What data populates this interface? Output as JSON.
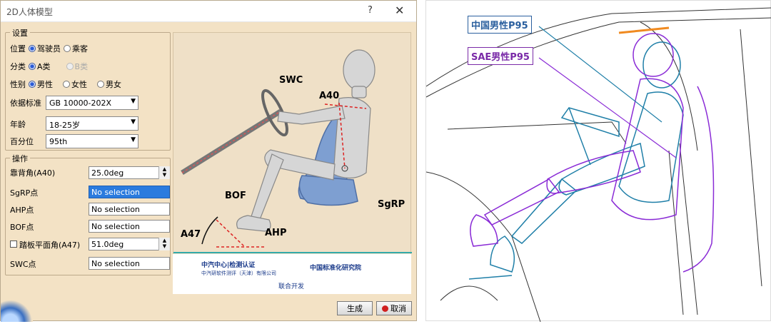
{
  "dialog": {
    "title": "2D人体模型",
    "help": "?",
    "close": "✕",
    "settings": {
      "group_title": "设置",
      "position_label": "位置",
      "position_options": [
        "驾驶员",
        "乘客"
      ],
      "class_label": "分类",
      "class_options": [
        "A类",
        "B类"
      ],
      "gender_label": "性别",
      "gender_options": [
        "男性",
        "女性",
        "男女"
      ],
      "standard_label": "依据标准",
      "standard_value": "GB 10000-202X",
      "age_label": "年龄",
      "age_value": "18-25岁",
      "percentile_label": "百分位",
      "percentile_value": "95th"
    },
    "operations": {
      "group_title": "操作",
      "a40_label": "靠背角(A40)",
      "a40_value": "25.0deg",
      "sgrp_label": "SgRP点",
      "sgrp_value": "No selection",
      "ahp_label": "AHP点",
      "ahp_value": "No selection",
      "bof_label": "BOF点",
      "bof_value": "No selection",
      "a47_label": "踏板平面角(A47)",
      "a47_value": "51.0deg",
      "swc_label": "SWC点",
      "swc_value": "No selection"
    },
    "diagram": {
      "swc": "SWC",
      "a40": "A40",
      "bof": "BOF",
      "a47": "A47",
      "ahp": "AHP",
      "sgrp": "SgRP"
    },
    "logos": {
      "caac_main": "中汽中心|检测认证",
      "caac_sub": "中汽研软件测评（天津）有限公司",
      "cnis": "中国标准化研究院",
      "joint": "联合开发"
    },
    "buttons": {
      "ok": "生成",
      "cancel": "取消"
    }
  },
  "drawing": {
    "label_cn": "中国男性P95",
    "label_sae": "SAE男性P95"
  },
  "colors": {
    "cn_line": "#1f7fa8",
    "sae_line": "#8a2bd6",
    "dialog_bg": "#f3e2c5"
  }
}
